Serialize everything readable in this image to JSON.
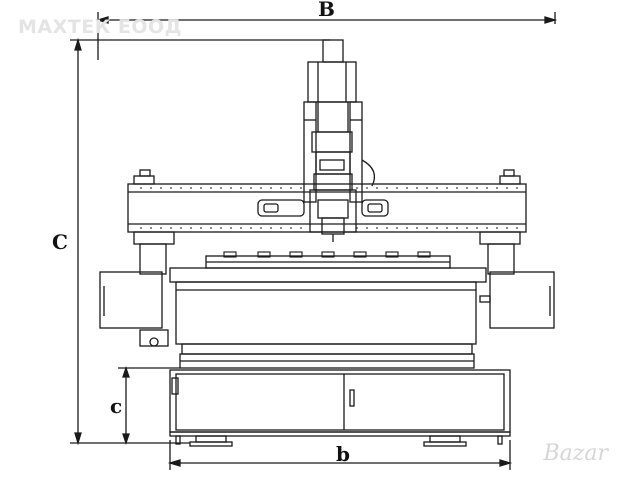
{
  "watermark": {
    "text": "МАХТЕК ЕООД"
  },
  "dimensions": {
    "overall_width": "B",
    "overall_height": "C",
    "base_height": "c",
    "base_width": "b"
  },
  "brand": {
    "text": "Bazar"
  },
  "colors": {
    "line": "#1a1a1a",
    "watermark": "#e4e4e4",
    "background": "#ffffff"
  }
}
